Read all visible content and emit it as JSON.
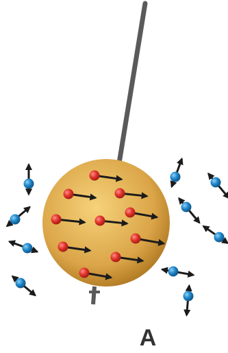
{
  "figure": {
    "panel_label": "A",
    "description_terms": {
      "inner_particles": "red",
      "outer_particles": "blue"
    }
  },
  "colors": {
    "sphere_light": "#f2c46a",
    "sphere_dark": "#b57b1e",
    "rod": "#5a5a5a",
    "red_particle": "#e0342c",
    "blue_particle": "#1e86c9",
    "arrow": "#1b1b1b"
  }
}
